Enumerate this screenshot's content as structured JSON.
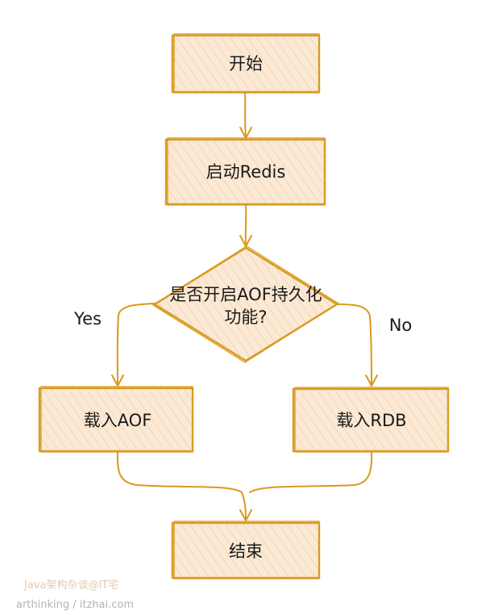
{
  "diagram": {
    "nodes": {
      "start": "开始",
      "launch": "启动Redis",
      "decision_line1": "是否开启AOF持久化",
      "decision_line2": "功能?",
      "load_aof": "载入AOF",
      "load_rdb": "载入RDB",
      "end": "结束"
    },
    "edge_labels": {
      "yes": "Yes",
      "no": "No"
    }
  },
  "watermark": {
    "line1": "Java架构杂谈@IT宅",
    "line2": "arthinking / itzhai.com"
  },
  "colors": {
    "stroke": "#d99a1e",
    "fill": "#fbe9d6",
    "hatch": "#f0c68e"
  }
}
